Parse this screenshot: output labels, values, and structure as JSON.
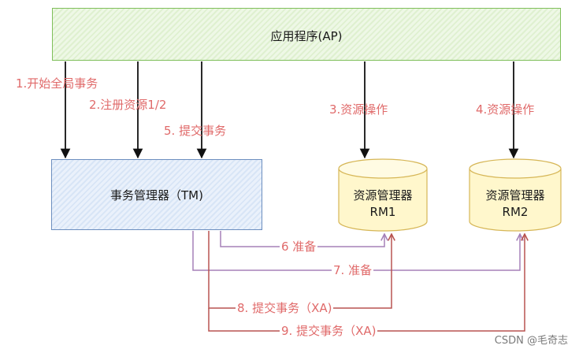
{
  "ap": {
    "label": "应用程序(AP)"
  },
  "tm": {
    "label": "事务管理器（TM)"
  },
  "rm1": {
    "line1": "资源管理器",
    "line2": "RM1"
  },
  "rm2": {
    "line1": "资源管理器",
    "line2": "RM2"
  },
  "steps": {
    "s1": "1.开始全局事务",
    "s2": "2.注册资源1/2",
    "s3": "3.资源操作",
    "s4": "4.资源操作",
    "s5": "5. 提交事务",
    "s6": "6 准备",
    "s7": "7. 准备",
    "s8": "8. 提交事务（XA)",
    "s9": "9. 提交事务（XA)"
  },
  "colors": {
    "ap_border": "#7fbf5a",
    "tm_border": "#6c8ebf",
    "rm_border": "#d6b656",
    "prepare_line": "#a680b8",
    "commit_line": "#b85450",
    "label_red": "#e06a6a"
  },
  "watermark": "CSDN @毛奇志"
}
